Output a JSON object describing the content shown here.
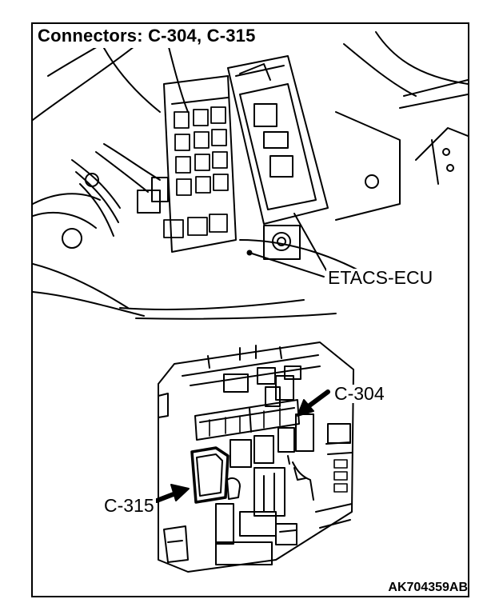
{
  "title": "Connectors: C-304, C-315",
  "labels": {
    "etacs_ecu": "ETACS-ECU",
    "c304": "C-304",
    "c315": "C-315"
  },
  "figure_code": "AK704359AB"
}
